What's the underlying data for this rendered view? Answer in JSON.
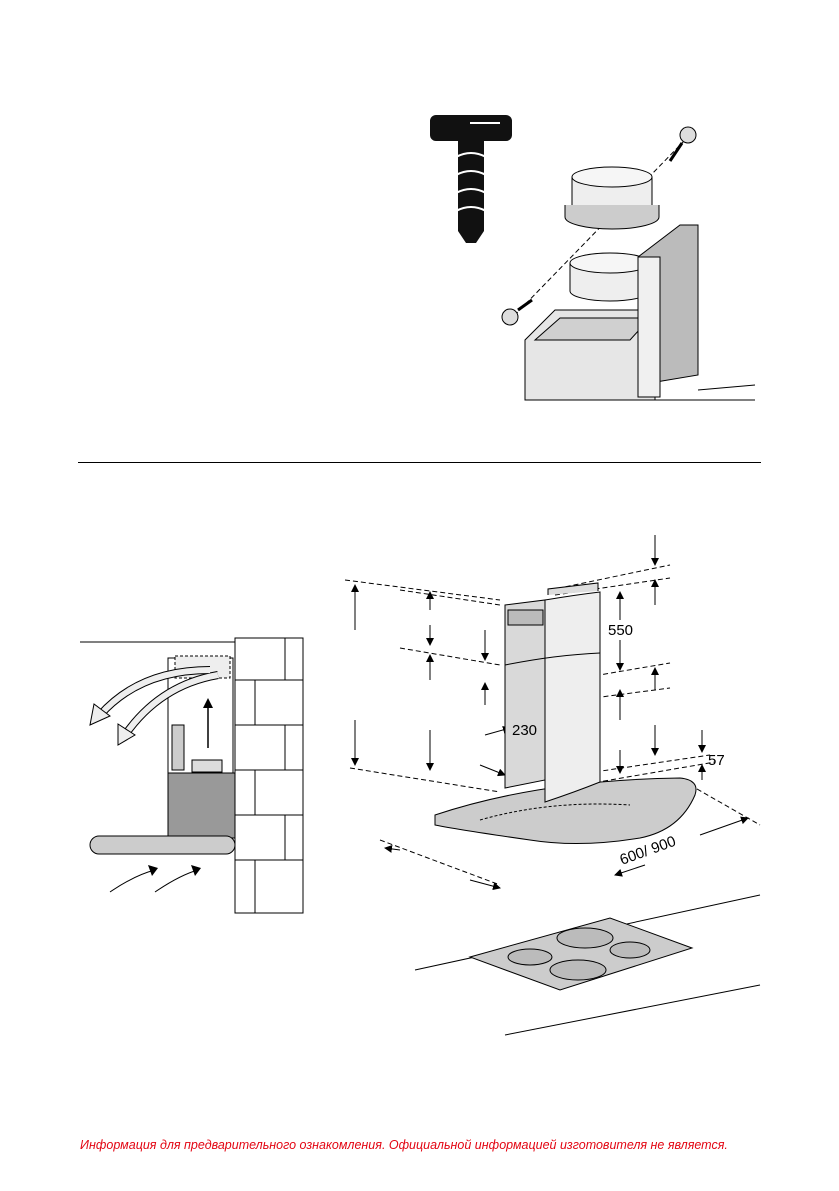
{
  "figures": {
    "duct_assembly": {
      "name": "duct-connector-assembly"
    },
    "airflow": {
      "name": "recirculation-airflow"
    },
    "dimensions": {
      "labels": {
        "chimney_height": "550",
        "chimney_width": "230",
        "canopy_height": "57",
        "hood_width": "600/ 900"
      }
    }
  },
  "footer": {
    "disclaimer": "Информация для предварительного ознакомления. Официальной информацией изготовителя не является.",
    "color": "#e30613"
  }
}
